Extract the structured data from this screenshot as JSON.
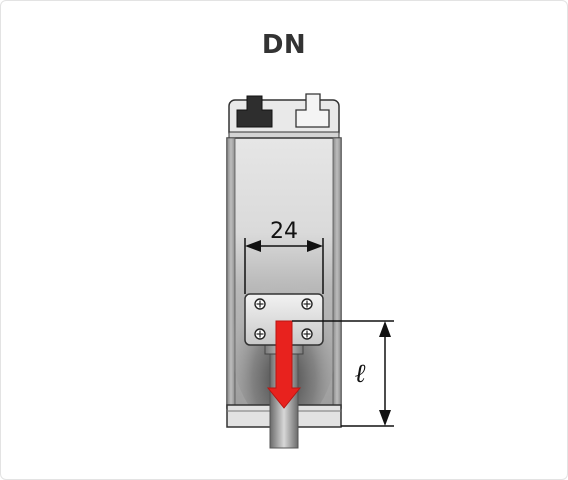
{
  "figure": {
    "title": "DN",
    "width_dimension": "24",
    "length_dimension": "ℓ"
  },
  "colors": {
    "arrow_red": "#e8221e",
    "body_gray": "#cfcfcf",
    "outline": "#333333"
  }
}
